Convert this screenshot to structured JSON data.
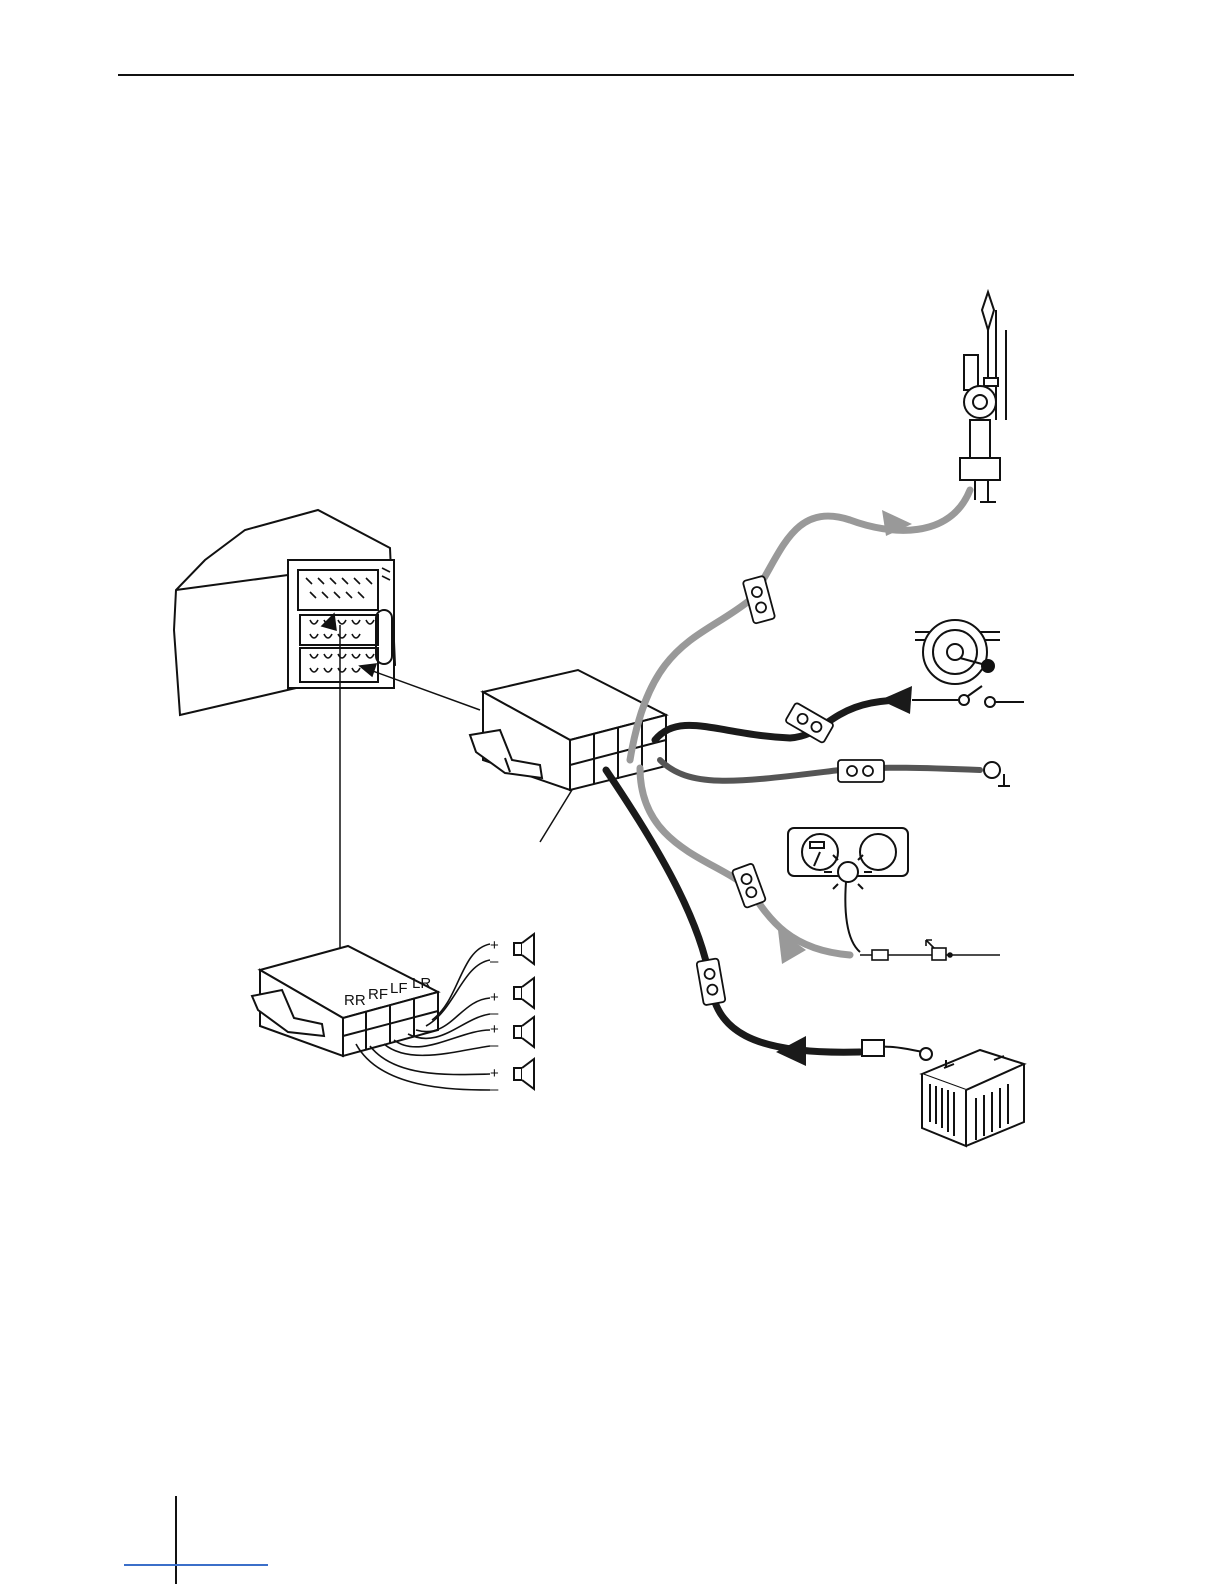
{
  "speaker_connector": {
    "labels": [
      "RR",
      "RF",
      "LF",
      "LR"
    ],
    "polarity": [
      {
        "plus": "+",
        "minus": "–"
      },
      {
        "plus": "+",
        "minus": "–"
      },
      {
        "plus": "+",
        "minus": "–"
      },
      {
        "plus": "+",
        "minus": "–"
      }
    ]
  },
  "colors": {
    "cable_gray": "#999999",
    "cable_black": "#1a1a1a",
    "cable_dark_gray": "#555555",
    "line": "#111111",
    "accent_blue": "#3b6fc9"
  }
}
